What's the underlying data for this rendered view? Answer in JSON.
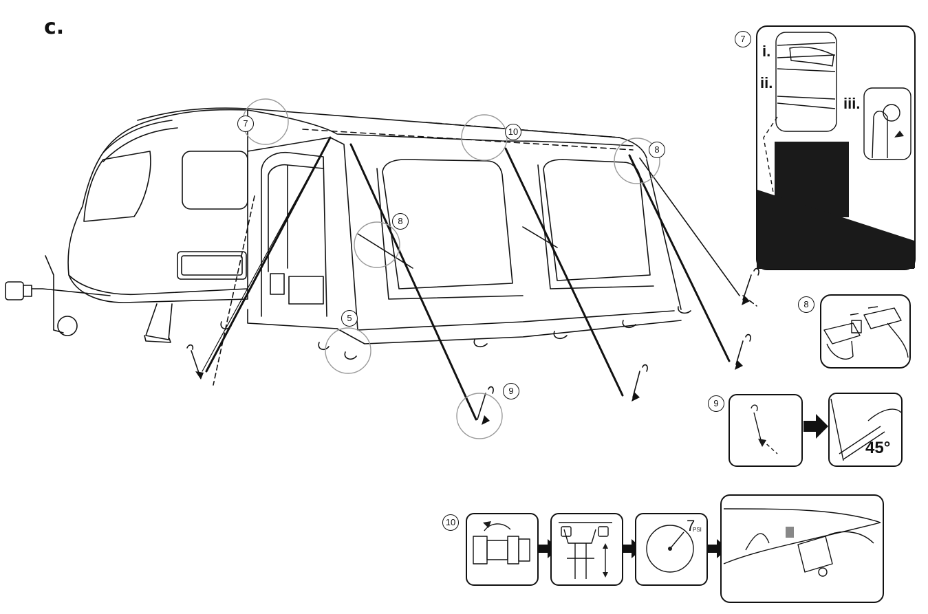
{
  "step_letter": "c.",
  "callouts": {
    "n7": "7",
    "n8": "8",
    "n9": "9",
    "n10": "10",
    "n5": "5"
  },
  "detail_7": {
    "label_i": "i.",
    "label_ii": "ii.",
    "label_iii": "iii."
  },
  "detail_9": {
    "angle": "45°"
  },
  "detail_10": {
    "pressure_value": "7",
    "pressure_unit": "PSI"
  },
  "colors": {
    "line": "#111111",
    "fill_dark": "#1a1a1a",
    "callout_circle": "#9a9a9a"
  }
}
